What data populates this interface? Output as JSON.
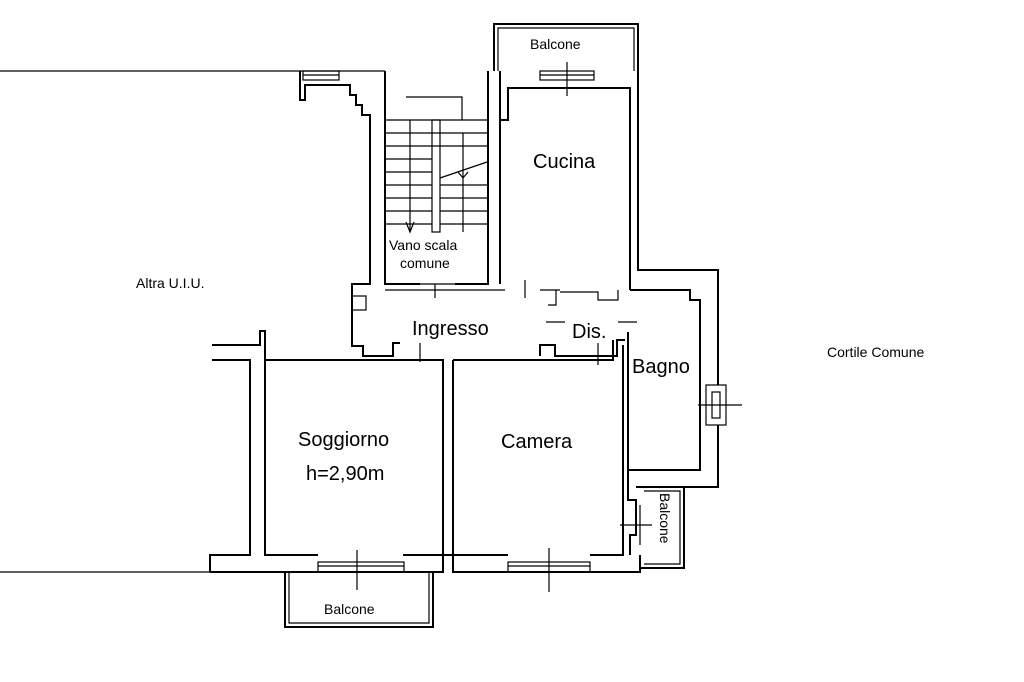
{
  "labels": {
    "balcone_top": "Balcone",
    "cucina": "Cucina",
    "vano_scala_1": "Vano scala",
    "vano_scala_2": "comune",
    "altra_uiu": "Altra U.I.U.",
    "ingresso": "Ingresso",
    "dis": "Dis.",
    "bagno": "Bagno",
    "cortile": "Cortile Comune",
    "soggiorno": "Soggiorno",
    "soggiorno_h": "h=2,90m",
    "camera": "Camera",
    "balcone_right": "Balcone",
    "balcone_bottom": "Balcone"
  }
}
